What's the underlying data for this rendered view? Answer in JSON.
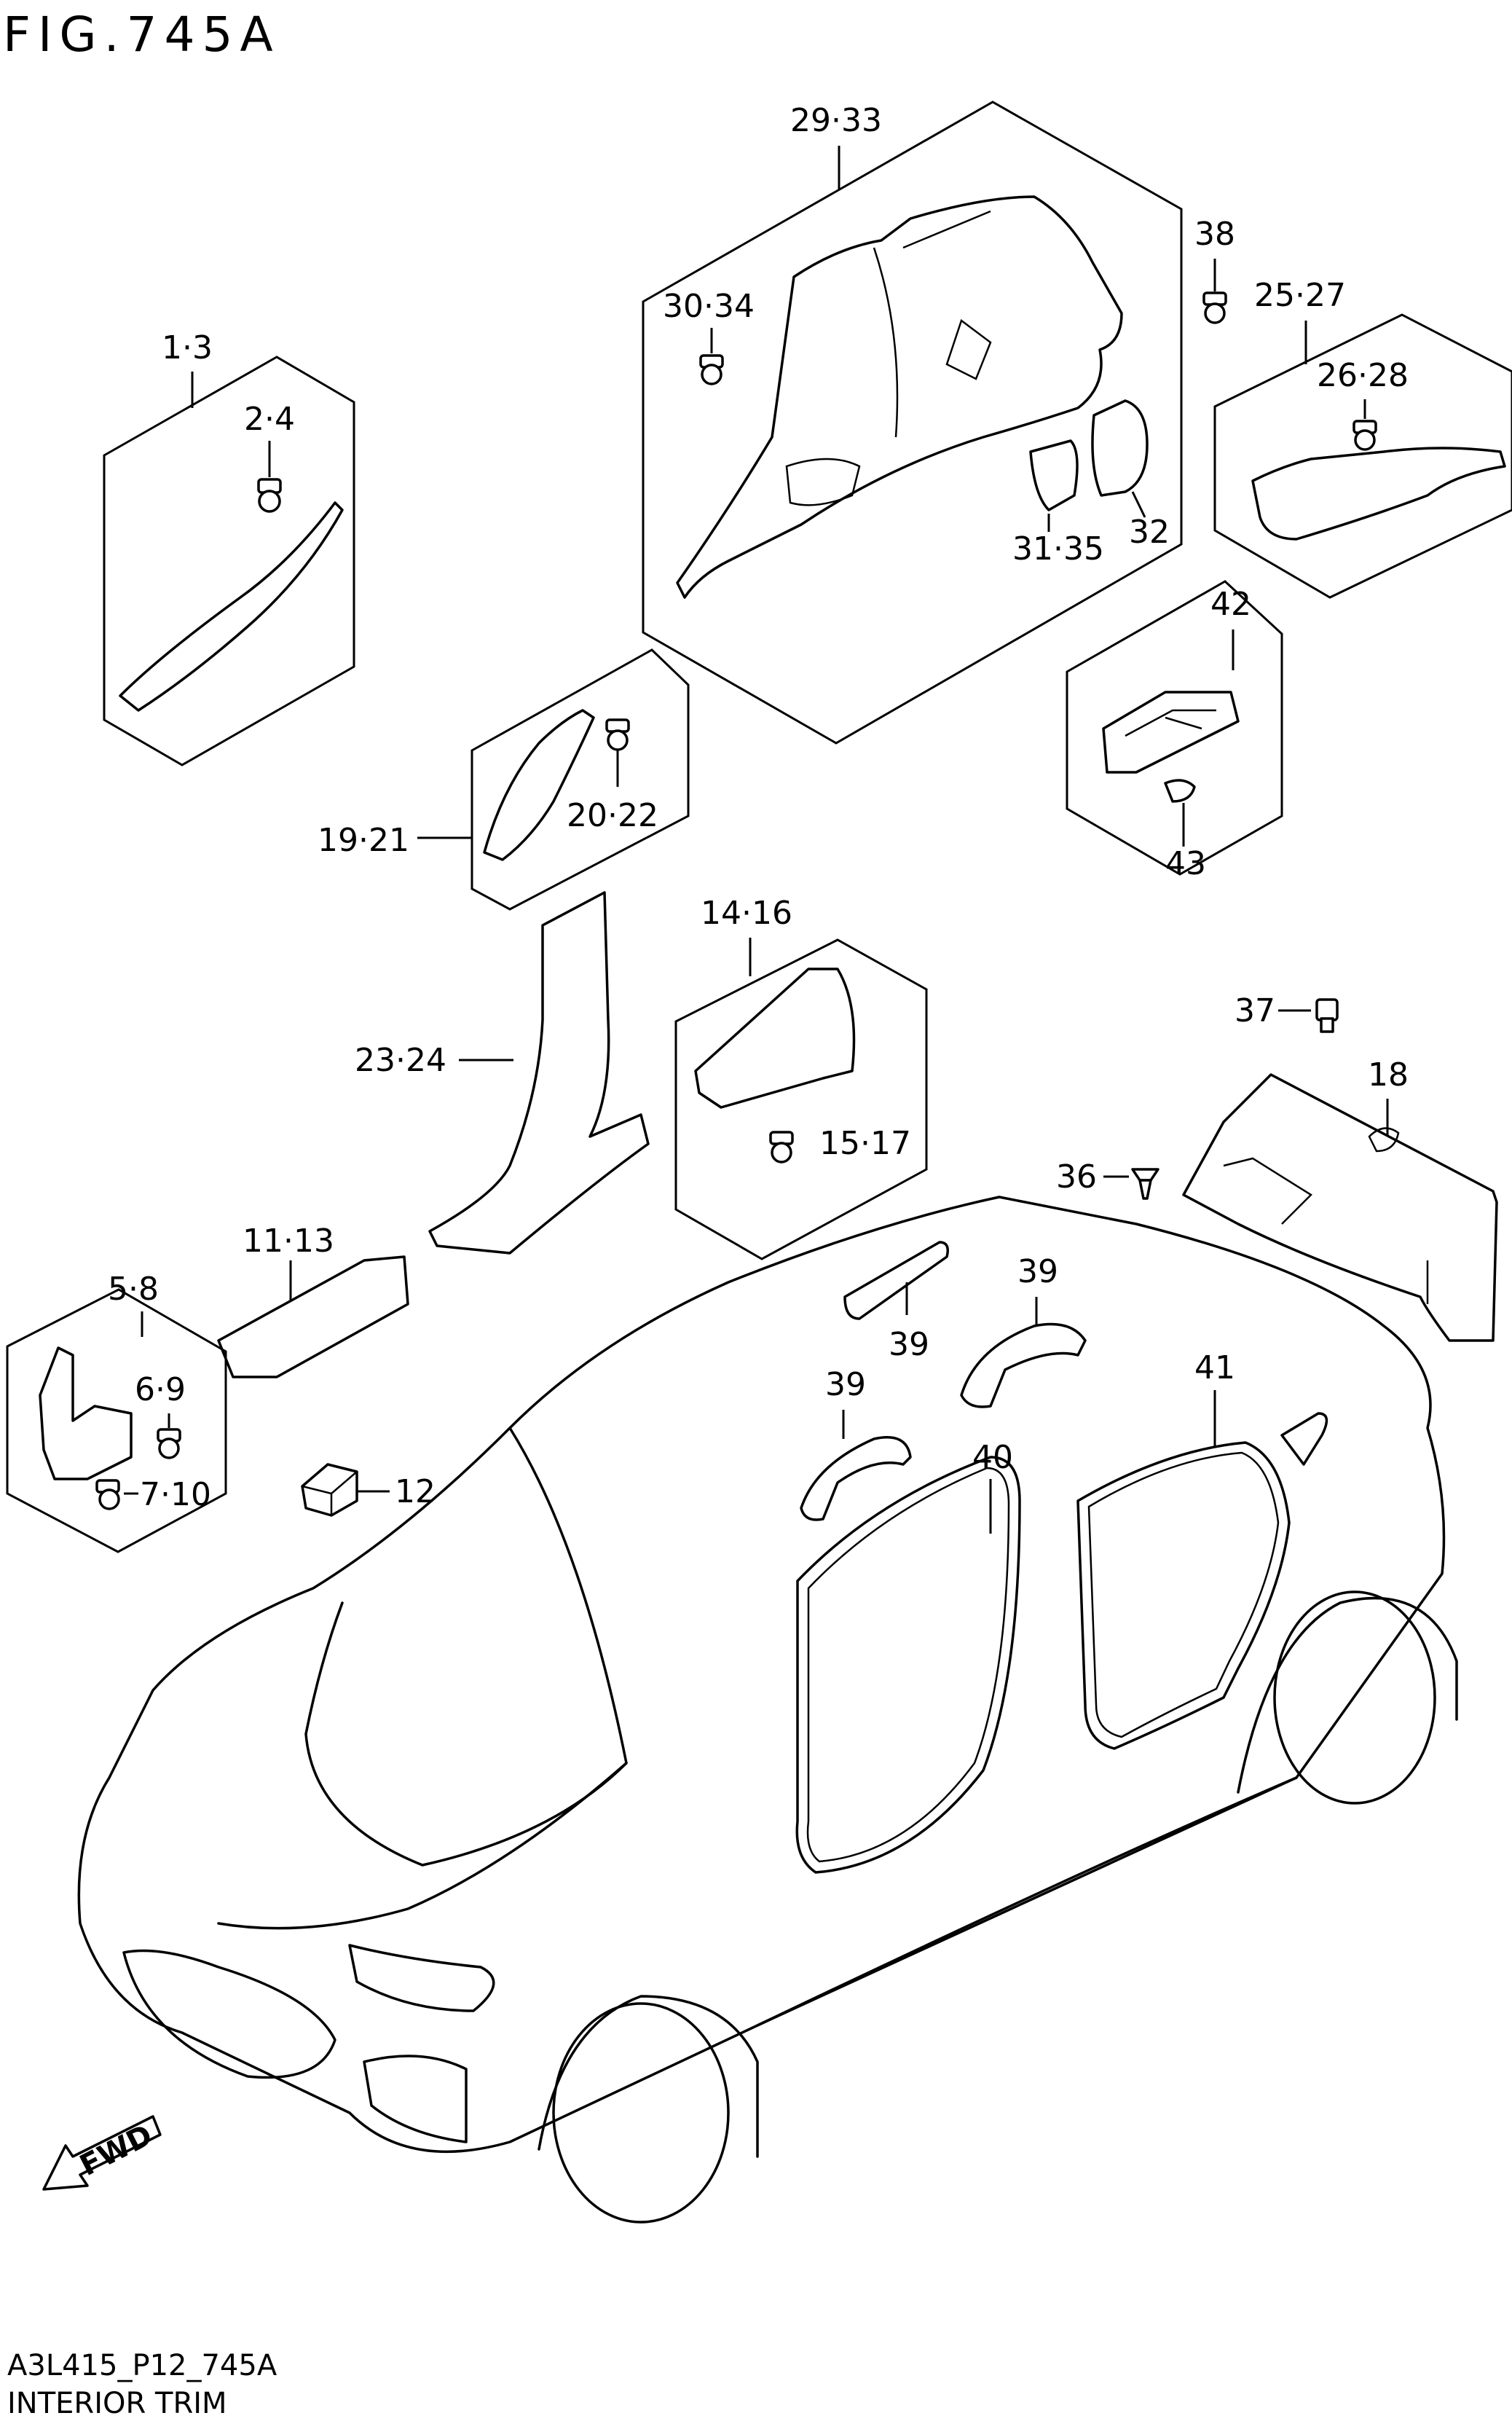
{
  "figure": {
    "title": "FIG.745A",
    "code": "A3L415_P12_745A",
    "name": "INTERIOR TRIM"
  },
  "callouts": {
    "c_1_3": "1·3",
    "c_2_4": "2·4",
    "c_29_33": "29·33",
    "c_30_34": "30·34",
    "c_38": "38",
    "c_25_27": "25·27",
    "c_26_28": "26·28",
    "c_31_35": "31·35",
    "c_32": "32",
    "c_42": "42",
    "c_43": "43",
    "c_19_21": "19·21",
    "c_20_22": "20·22",
    "c_23_24": "23·24",
    "c_14_16": "14·16",
    "c_15_17": "15·17",
    "c_37": "37",
    "c_18": "18",
    "c_36": "36",
    "c_11_13": "11·13",
    "c_5_8": "5·8",
    "c_6_9": "6·9",
    "c_7_10": "7·10",
    "c_12": "12",
    "c_39a": "39",
    "c_39b": "39",
    "c_39c": "39",
    "c_40": "40",
    "c_41": "41"
  },
  "arrow": {
    "fwd": "FWD"
  }
}
